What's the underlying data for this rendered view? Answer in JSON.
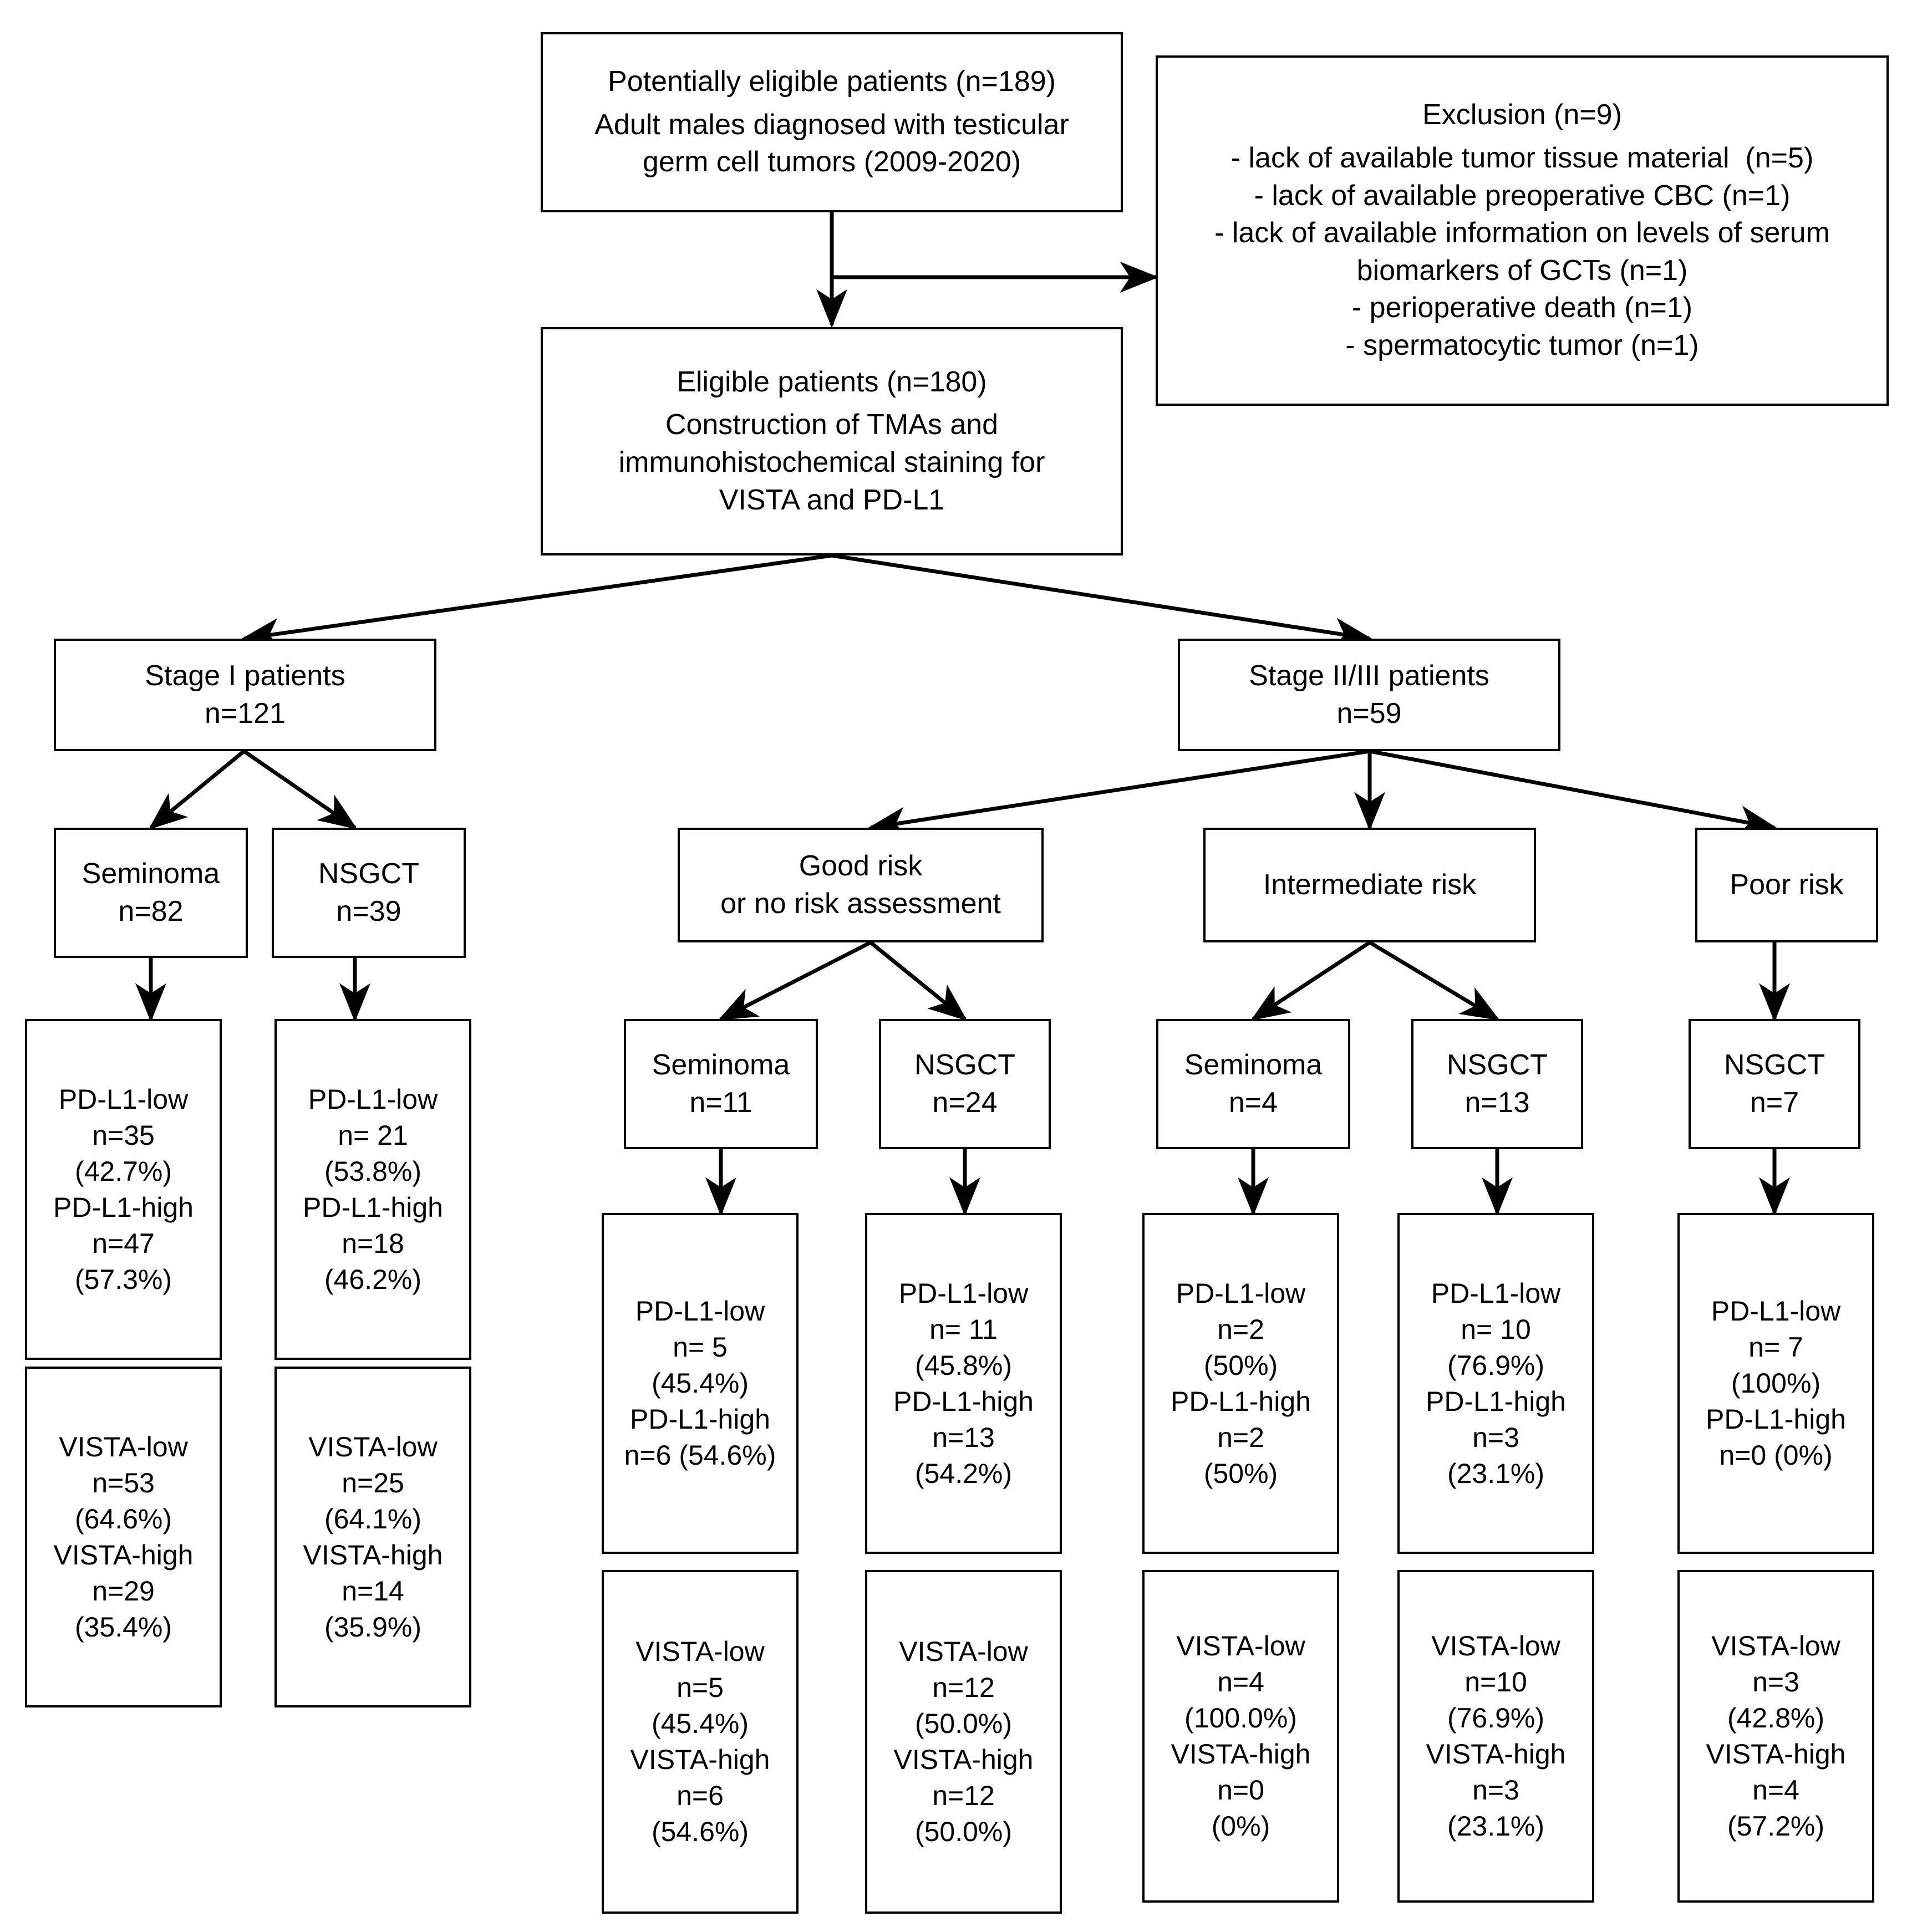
{
  "diagram": {
    "title": "Patient selection flow diagram for testicular germ cell tumors",
    "type": "flowchart",
    "stroke_color": "#000000",
    "background_color": "#ffffff"
  },
  "nodes": {
    "potentially_eligible": {
      "lines": [
        "Potentially eligible patients (n=189)",
        "",
        "Adult males diagnosed with testicular",
        "germ cell tumors (2009-2020)"
      ]
    },
    "exclusion": {
      "lines": [
        "Exclusion (n=9)",
        "",
        "- lack of available tumor tissue material  (n=5)",
        "- lack of available preoperative CBC (n=1)",
        "- lack of available information on levels of serum",
        "biomarkers of GCTs (n=1)",
        "- perioperative death (n=1)",
        "- spermatocytic tumor (n=1)"
      ]
    },
    "eligible": {
      "lines": [
        "Eligible patients (n=180)",
        "",
        "Construction of TMAs and",
        "immunohistochemical staining for",
        "VISTA and PD-L1"
      ]
    },
    "stage_i": {
      "lines": [
        "Stage I patients",
        "n=121"
      ]
    },
    "stage_ii_iii": {
      "lines": [
        "Stage II/III patients",
        "n=59"
      ]
    },
    "stage_i_seminoma": {
      "lines": [
        "Seminoma",
        "n=82"
      ]
    },
    "stage_i_nsgct": {
      "lines": [
        "NSGCT",
        "n=39"
      ]
    },
    "good_risk": {
      "lines": [
        "Good risk",
        "or no risk assessment"
      ]
    },
    "intermediate_risk": {
      "lines": [
        "Intermediate risk"
      ]
    },
    "poor_risk": {
      "lines": [
        "Poor risk"
      ]
    },
    "good_seminoma": {
      "lines": [
        "Seminoma",
        "n=11"
      ]
    },
    "good_nsgct": {
      "lines": [
        "NSGCT",
        "n=24"
      ]
    },
    "intermediate_seminoma": {
      "lines": [
        "Seminoma",
        "n=4"
      ]
    },
    "intermediate_nsgct": {
      "lines": [
        "NSGCT",
        "n=13"
      ]
    },
    "poor_nsgct": {
      "lines": [
        "NSGCT",
        "n=7"
      ]
    },
    "pdl1_stage_i_seminoma": {
      "lines": [
        "PD-L1-low",
        "n=35",
        "(42.7%)",
        "PD-L1-high",
        "n=47",
        "(57.3%)"
      ]
    },
    "pdl1_stage_i_nsgct": {
      "lines": [
        "PD-L1-low",
        "n= 21",
        "(53.8%)",
        "PD-L1-high",
        "n=18",
        "(46.2%)"
      ]
    },
    "pdl1_good_seminoma": {
      "lines": [
        "PD-L1-low",
        "n= 5",
        "(45.4%)",
        "PD-L1-high",
        "n=6 (54.6%)"
      ]
    },
    "pdl1_good_nsgct": {
      "lines": [
        "PD-L1-low",
        "n= 11",
        "(45.8%)",
        "PD-L1-high",
        "n=13",
        "(54.2%)"
      ]
    },
    "pdl1_intermediate_seminoma": {
      "lines": [
        "PD-L1-low",
        "n=2",
        "(50%)",
        "PD-L1-high",
        "n=2",
        "(50%)"
      ]
    },
    "pdl1_intermediate_nsgct": {
      "lines": [
        "PD-L1-low",
        "n= 10",
        "(76.9%)",
        "PD-L1-high",
        "n=3",
        "(23.1%)"
      ]
    },
    "pdl1_poor_nsgct": {
      "lines": [
        "PD-L1-low",
        "n= 7",
        "(100%)",
        "PD-L1-high",
        "n=0 (0%)"
      ]
    },
    "vista_stage_i_seminoma": {
      "lines": [
        "VISTA-low",
        "n=53",
        "(64.6%)",
        "VISTA-high",
        "n=29",
        "(35.4%)"
      ]
    },
    "vista_stage_i_nsgct": {
      "lines": [
        "VISTA-low",
        "n=25",
        "(64.1%)",
        "VISTA-high",
        "n=14",
        "(35.9%)"
      ]
    },
    "vista_good_seminoma": {
      "lines": [
        "VISTA-low",
        "n=5",
        "(45.4%)",
        "VISTA-high",
        "n=6",
        "(54.6%)"
      ]
    },
    "vista_good_nsgct": {
      "lines": [
        "VISTA-low",
        "n=12",
        "(50.0%)",
        "VISTA-high",
        "n=12",
        "(50.0%)"
      ]
    },
    "vista_intermediate_seminoma": {
      "lines": [
        "VISTA-low",
        "n=4",
        "(100.0%)",
        "VISTA-high",
        "n=0",
        "(0%)"
      ]
    },
    "vista_intermediate_nsgct": {
      "lines": [
        "VISTA-low",
        "n=10",
        "(76.9%)",
        "VISTA-high",
        "n=3",
        "(23.1%)"
      ]
    },
    "vista_poor_nsgct": {
      "lines": [
        "VISTA-low",
        "n=3",
        "(42.8%)",
        "VISTA-high",
        "n=4",
        "(57.2%)"
      ]
    }
  }
}
